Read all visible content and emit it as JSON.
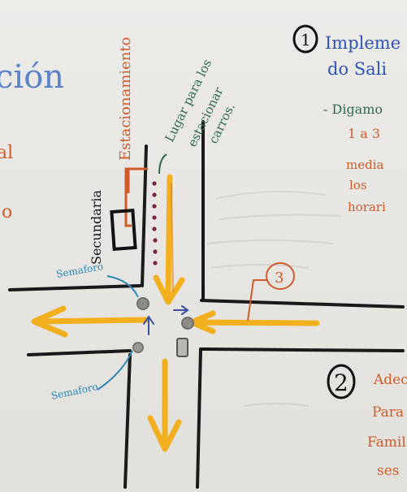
{
  "title_fragment": "ción",
  "margin_fragments": [
    "al",
    "o"
  ],
  "labels": {
    "estacionamiento": "Estacionamiento",
    "lugar_line1": "Lugar para los",
    "lugar_line2": "estacionar",
    "lugar_line3": "carros.",
    "secundaria": "Secundaria",
    "semaforo_top": "Semaforo",
    "semaforo_bottom": "Semaforo"
  },
  "notes": {
    "n1_number": "1",
    "n1_line1": "Impleme",
    "n1_line2": "do Sali",
    "n1_sub1": "- Digamo",
    "n1_sub2": "1 a 3",
    "n1_sub3": "media",
    "n1_sub4": "los",
    "n1_sub5": "horari",
    "n2_number": "2",
    "n2_line1": "Adec",
    "n2_line2": "Para",
    "n2_line3": "Famil",
    "n2_line4": "ses",
    "n3_number": "3"
  },
  "colors": {
    "road": "#1a1a1a",
    "arrow": "#f2b01e",
    "title": "#5b82c9",
    "green_text": "#2f6a4e",
    "orange_text": "#d05a2a",
    "teal_text": "#2a86b4",
    "dots": "#7a2540",
    "school": "#111111"
  }
}
